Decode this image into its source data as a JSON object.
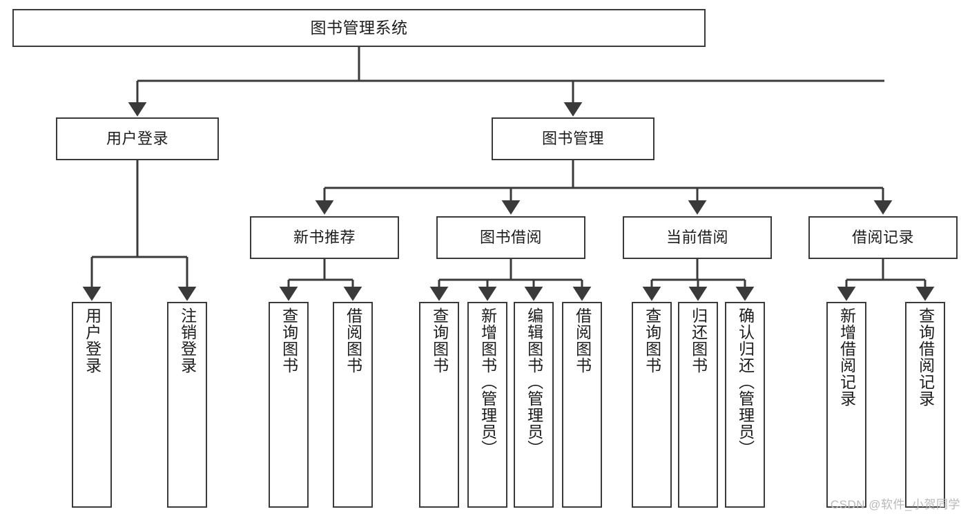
{
  "diagram": {
    "title": "图书管理系统",
    "type": "tree",
    "stroke_color": "#3a3a3a",
    "fill_color": "#ffffff",
    "text_color": "#1c1c1c",
    "watermark": "CSDN @软件_小贺同学",
    "nodes": {
      "root": {
        "label": "图书管理系统"
      },
      "level2": [
        {
          "label": "用户登录"
        },
        {
          "label": "图书管理"
        }
      ],
      "level3": [
        {
          "label": "新书推荐"
        },
        {
          "label": "图书借阅"
        },
        {
          "label": "当前借阅"
        },
        {
          "label": "借阅记录"
        }
      ],
      "leaves": {
        "user_login": [
          {
            "label": "用户登录"
          },
          {
            "label": "注销登录"
          }
        ],
        "new_book": [
          {
            "label": "查询图书"
          },
          {
            "label": "借阅图书"
          }
        ],
        "book_borrow": [
          {
            "label": "查询图书"
          },
          {
            "label": "新增图书（管理员）"
          },
          {
            "label": "编辑图书（管理员）"
          },
          {
            "label": "借阅图书"
          }
        ],
        "current_borrow": [
          {
            "label": "查询图书"
          },
          {
            "label": "归还图书"
          },
          {
            "label": "确认归还（管理员）"
          }
        ],
        "borrow_record": [
          {
            "label": "新增借阅记录"
          },
          {
            "label": "查询借阅记录"
          }
        ]
      }
    }
  }
}
